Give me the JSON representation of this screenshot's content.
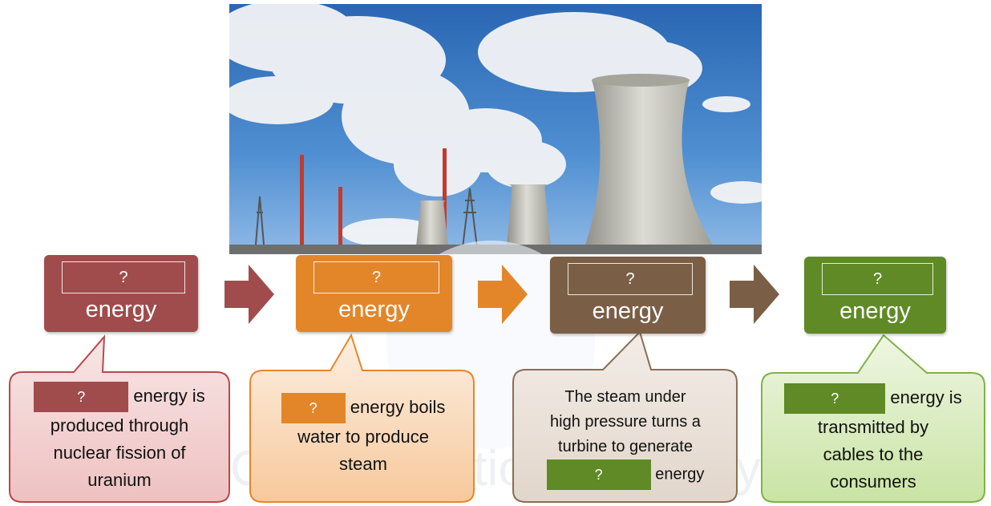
{
  "stages": [
    {
      "blank": "?",
      "label": "energy"
    },
    {
      "blank": "?",
      "label": "energy"
    },
    {
      "blank": "?",
      "label": "energy"
    },
    {
      "blank": "?",
      "label": "energy"
    }
  ],
  "bubbles": [
    {
      "blank": "?",
      "line1": "energy is",
      "line2": "produced through",
      "line3": "nuclear fission of",
      "line4": "uranium"
    },
    {
      "blank": "?",
      "line1": "energy boils",
      "line2": "water to produce",
      "line3": "steam"
    },
    {
      "line1": "The steam under",
      "line2": "high pressure turns a",
      "line3": "turbine to generate",
      "blank": "?",
      "line4": "energy"
    },
    {
      "blank": "?",
      "line1": "energy is",
      "line2": "transmitted by",
      "line3": "cables to the",
      "line4": "consumers"
    }
  ],
  "watermark": "OnlineSolutionAcademy",
  "colors": {
    "nuclear": "#a04c4c",
    "heat": "#e3862a",
    "kinetic": "#7a5f46",
    "electrical": "#5f8a26"
  }
}
